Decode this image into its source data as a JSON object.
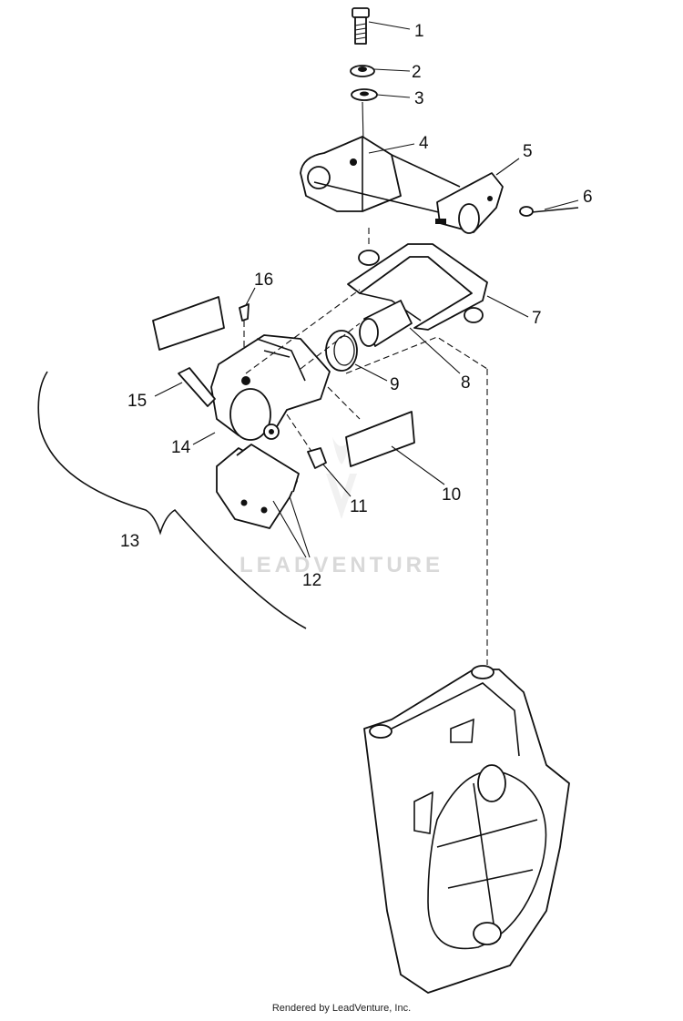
{
  "callouts": {
    "c1": "1",
    "c2": "2",
    "c3": "3",
    "c4": "4",
    "c5": "5",
    "c6": "6",
    "c7": "7",
    "c8": "8",
    "c9": "9",
    "c10": "10",
    "c11": "11",
    "c12": "12",
    "c13": "13",
    "c14": "14",
    "c15": "15",
    "c16": "16"
  },
  "watermark": "LEADVENTURE",
  "footer": "Rendered by LeadVenture, Inc."
}
